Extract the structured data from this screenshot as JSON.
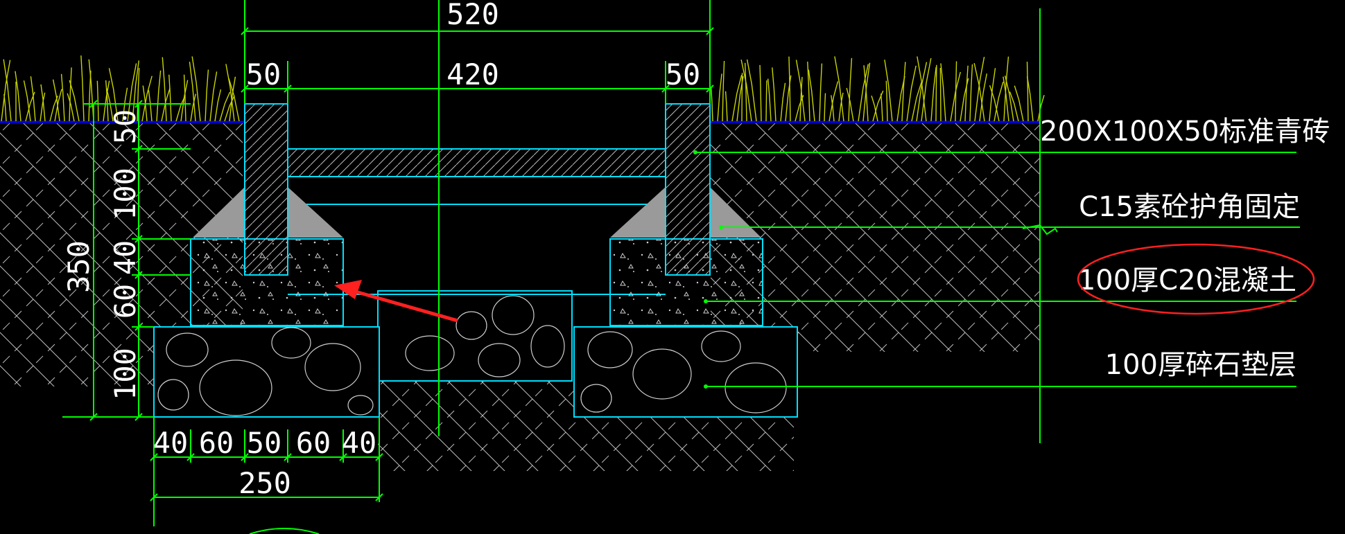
{
  "dimensions": {
    "top_total": "520",
    "top_left": "50",
    "top_mid": "420",
    "top_right": "50",
    "bottom_segments": [
      "40",
      "60",
      "50",
      "60",
      "40"
    ],
    "bottom_total": "250",
    "left_total": "350",
    "left_segments": [
      "50",
      "100",
      "40",
      "60",
      "100"
    ]
  },
  "callouts": {
    "brick": "200X100X50标准青砖",
    "corner": "C15素砼护角固定",
    "concrete": "100厚C20混凝土",
    "gravel": "100厚碎石垫层"
  },
  "colors": {
    "background": "#000000",
    "line": "#00ff00",
    "outline": "#00e0ff",
    "hatch": "#ffffff",
    "grass": "#c8d400",
    "ground": "#0000ff",
    "highlight": "#ff2020",
    "fill_gray": "#9a9a9a"
  }
}
